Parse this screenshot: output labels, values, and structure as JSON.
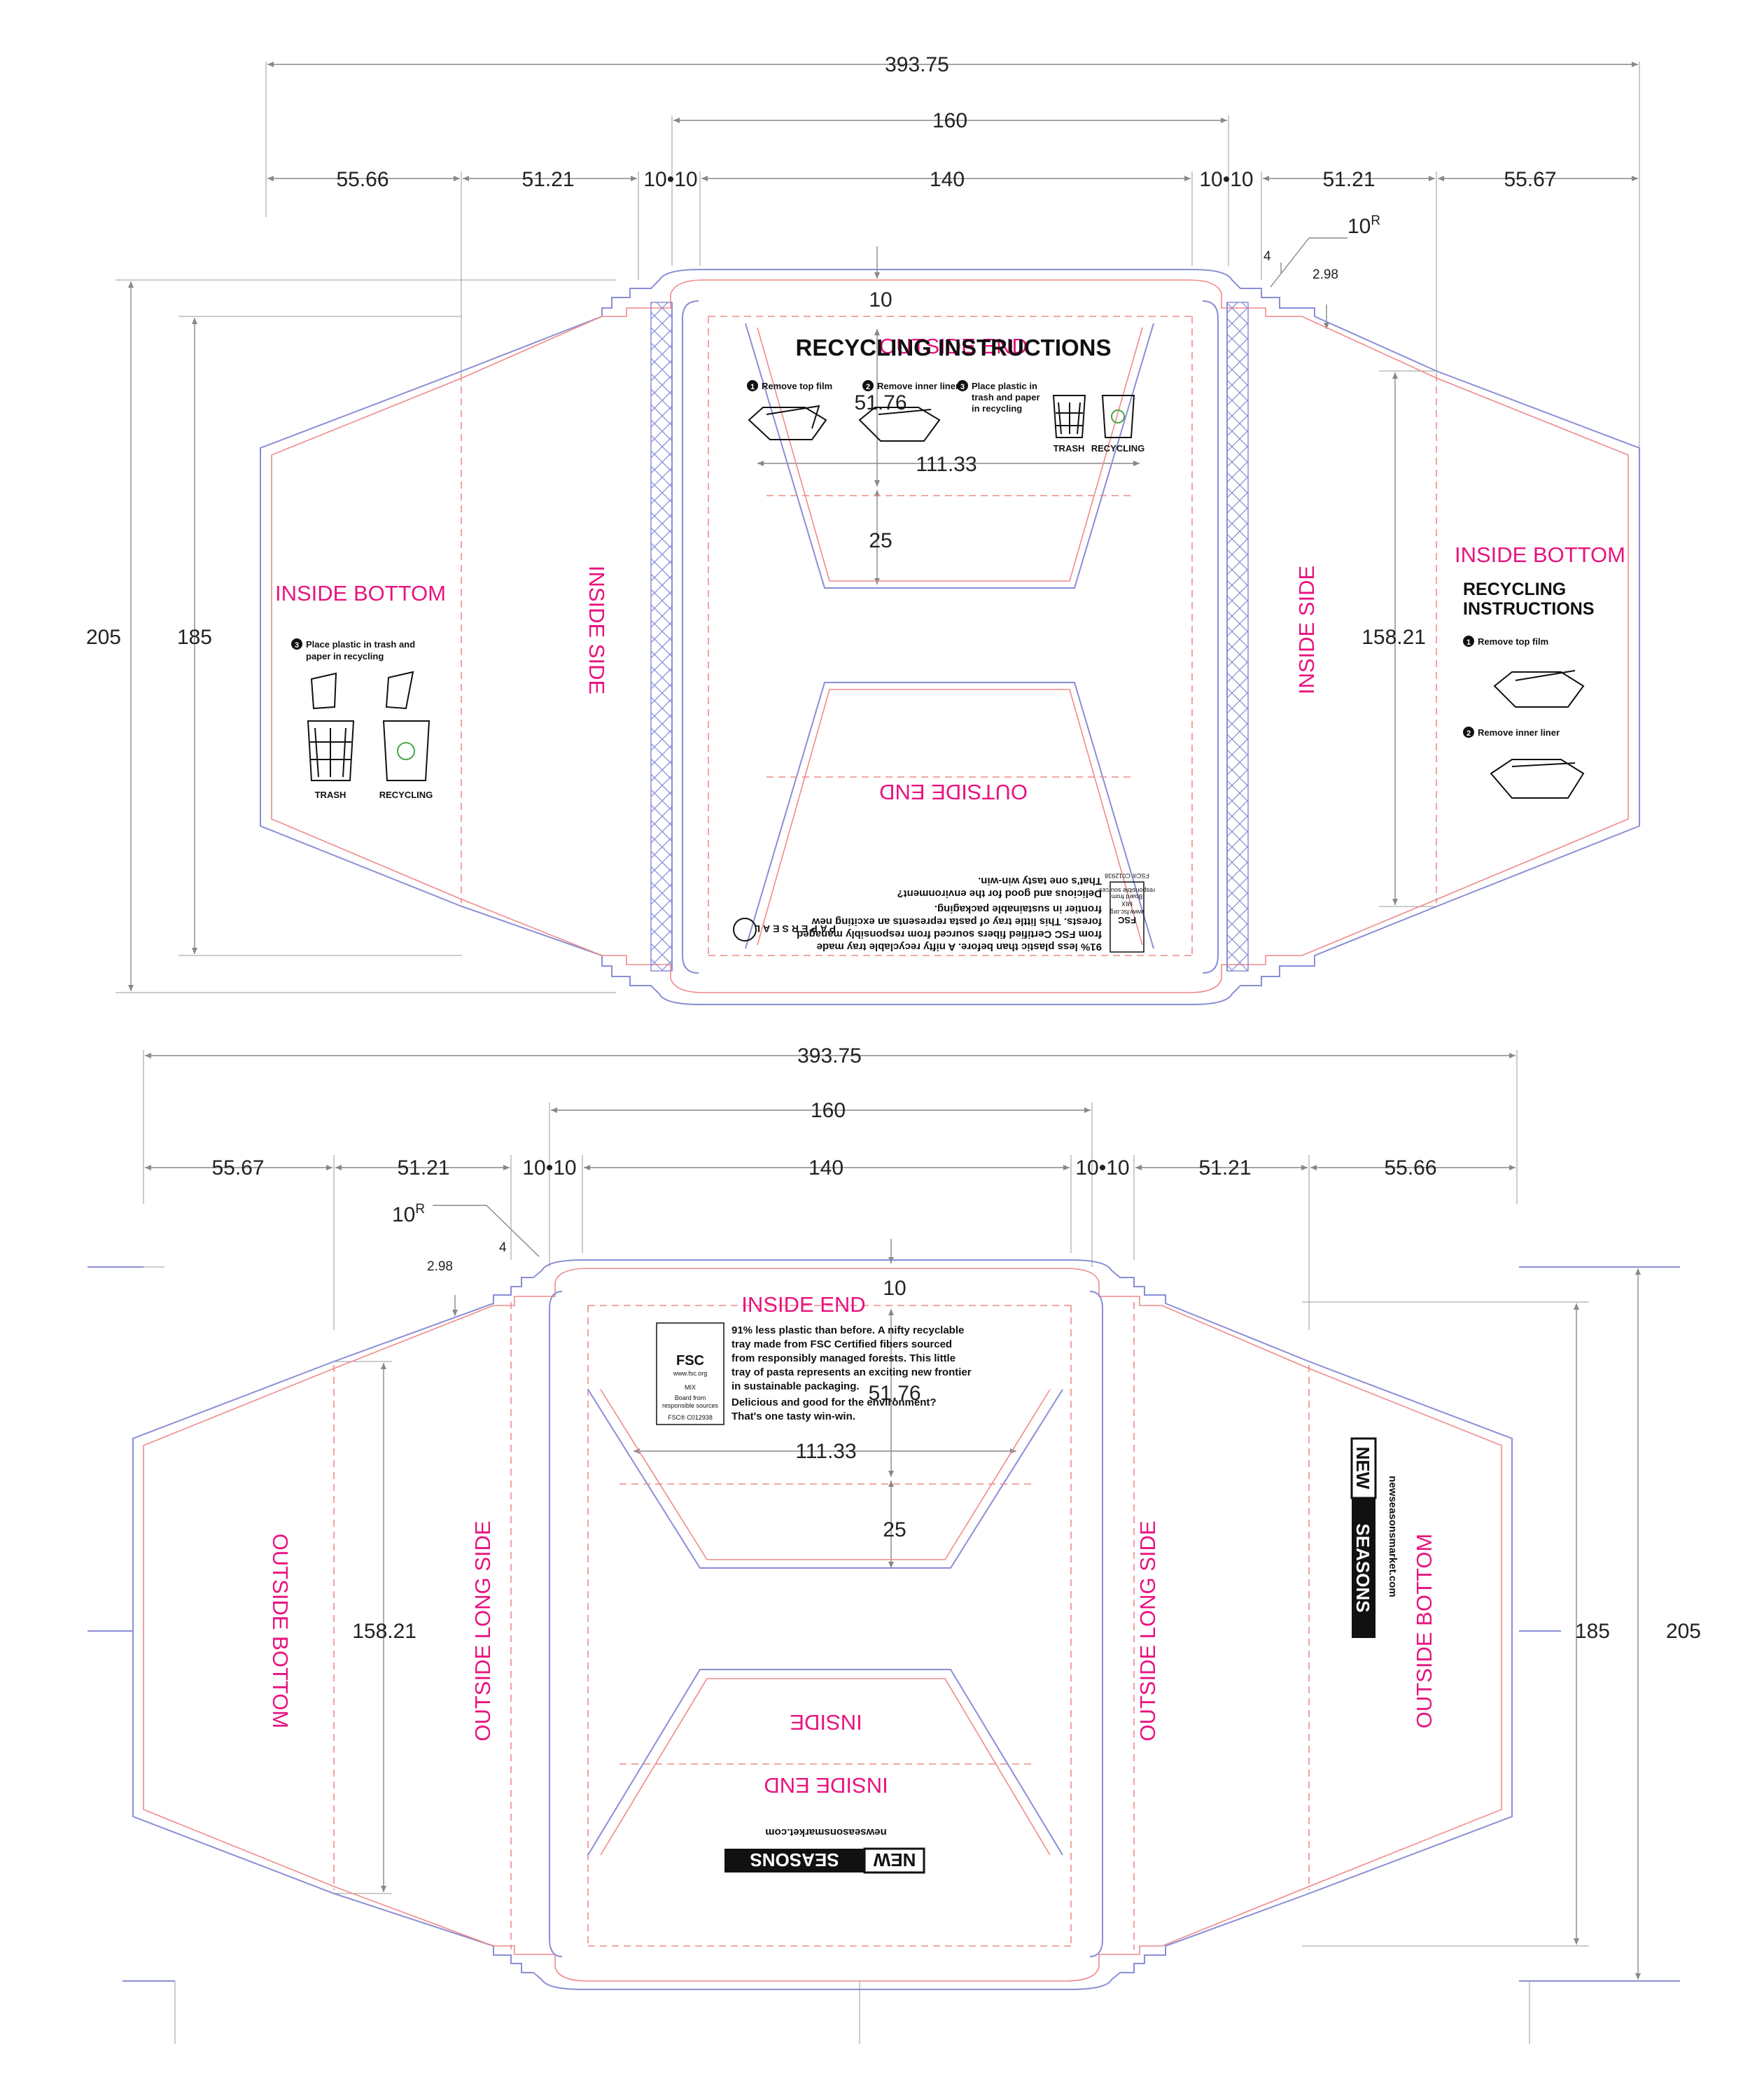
{
  "dieline_top": {
    "dimensions": {
      "overall_width": "393.75",
      "panel_width": "160",
      "inner_width": "140",
      "left_flap": "55.66",
      "left_side": "51.21",
      "left_glue": "10•10",
      "right_glue": "10•10",
      "right_side": "51.21",
      "right_flap": "55.67",
      "radius": "10",
      "radius_sup": "R",
      "notch": "4",
      "offset": "2.98",
      "height_outer": "205",
      "height_inner": "185",
      "flap_height": "158.21",
      "end_top": "10",
      "end_depth": "51.76",
      "end_width": "111.33",
      "end_inset": "25"
    },
    "labels": {
      "outside_end_top": "OUTSIDE END",
      "outside_end_bottom": "OUTSIDE END",
      "inside_bottom_left": "INSIDE BOTTOM",
      "inside_bottom_right": "INSIDE BOTTOM",
      "inside_side_left": "INSIDE SIDE",
      "inside_side_right": "INSIDE SIDE"
    },
    "recycling": {
      "title": "RECYCLING INSTRUCTIONS",
      "title_line1": "RECYCLING",
      "title_line2": "INSTRUCTIONS",
      "step1": "Remove top film",
      "step2": "Remove inner liner",
      "step3_line1": "Place plastic in",
      "step3_line2": "trash and paper",
      "step3_line3": "in recycling",
      "step3_alt_line1": "Place plastic in trash and",
      "step3_alt_line2": "paper in recycling",
      "trash": "TRASH",
      "recycling": "RECYCLING",
      "num1": "1",
      "num2": "2",
      "num3": "3"
    },
    "copy": {
      "line1": "91% less plastic than before. A nifty recyclable tray made",
      "line2": "from FSC Certified fibers sourced from responsibly managed",
      "line3": "forests. This little tray of pasta represents an exciting new",
      "line4": "frontier in sustainable packaging.",
      "line5": "Delicious and good for the environment?",
      "line6": "That's one tasty win-win."
    },
    "papierseal": "PAPERSEAL",
    "fsc": {
      "mark": "FSC",
      "site": "www.fsc.org",
      "mix": "MIX",
      "board_line1": "Board from",
      "board_line2": "responsible sources",
      "code": "FSC® C012938"
    }
  },
  "dieline_bottom": {
    "dimensions": {
      "overall_width": "393.75",
      "panel_width": "160",
      "inner_width": "140",
      "left_flap": "55.67",
      "left_side": "51.21",
      "left_glue": "10•10",
      "right_glue": "10•10",
      "right_side": "51.21",
      "right_flap": "55.66",
      "radius": "10",
      "radius_sup": "R",
      "notch": "4",
      "offset": "2.98",
      "height_outer": "205",
      "height_inner": "185",
      "flap_height": "158.21",
      "end_top": "10",
      "end_depth": "51.76",
      "end_width": "111.33",
      "end_inset": "25"
    },
    "labels": {
      "inside_end_top": "INSIDE END",
      "inside_end_bottom": "INSIDE END",
      "inside": "INSIDE",
      "outside_bottom_left": "OUTSIDE BOTTOM",
      "outside_bottom_right": "OUTSIDE BOTTOM",
      "outside_long_side_left": "OUTSIDE LONG SIDE",
      "outside_long_side_right": "OUTSIDE LONG SIDE"
    },
    "copy": {
      "line1": "91% less plastic than before. A nifty recyclable",
      "line2": "tray made from FSC Certified fibers sourced",
      "line3": "from responsibly managed forests. This little",
      "line4": "tray of pasta represents an exciting new frontier",
      "line5": "in sustainable packaging.",
      "line6": "Delicious and good for the environment?",
      "line7": "That's one tasty win-win."
    },
    "fsc": {
      "mark": "FSC",
      "site": "www.fsc.org",
      "mix": "MIX",
      "board_line1": "Board from",
      "board_line2": "responsible sources",
      "code": "FSC® C012938"
    },
    "brand": {
      "new": "NEW",
      "seasons": "SEASONS",
      "url": "newseasonsmarket.com"
    }
  },
  "colors": {
    "cut_line": "#8a8ed6",
    "fold_line": "#f08a8a",
    "label_magenta": "#e8137f",
    "recycle_green": "#4aa64a",
    "dimension_gray": "#888888"
  }
}
